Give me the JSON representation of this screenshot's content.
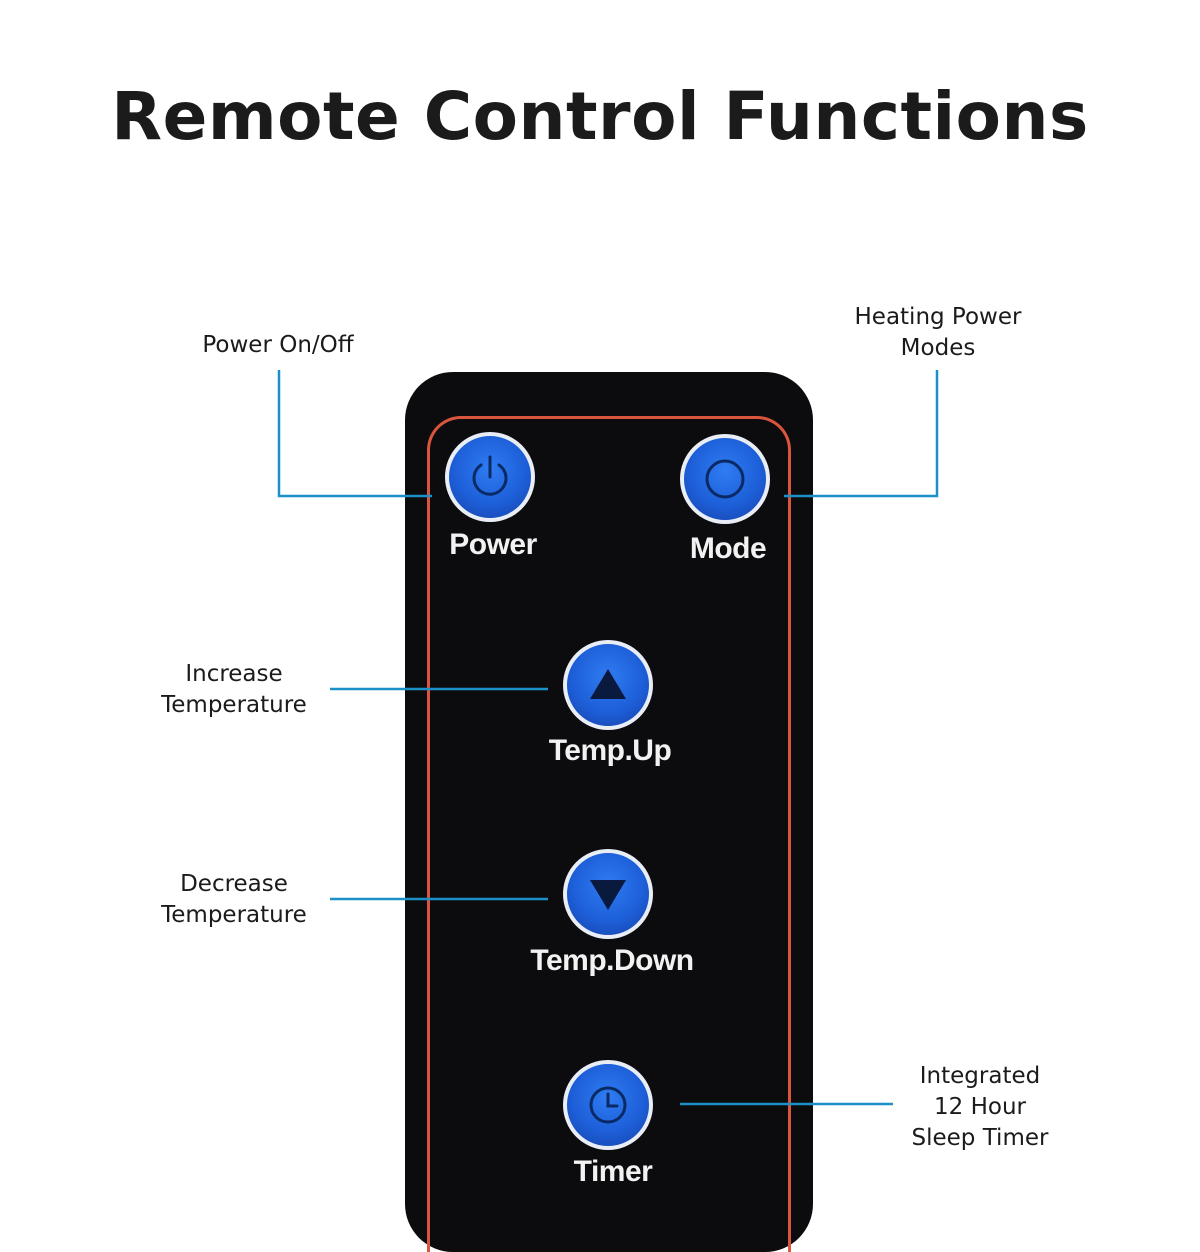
{
  "title": "Remote Control Functions",
  "colors": {
    "remote_body": "#0c0c0e",
    "remote_border": "#d9553d",
    "button_blue": "#1d5fd8",
    "leader_line": "#1e90c8"
  },
  "callouts": {
    "power": {
      "lines": [
        "Power On/Off"
      ]
    },
    "mode": {
      "lines": [
        "Heating Power",
        "Modes"
      ]
    },
    "temp_up": {
      "lines": [
        "Increase",
        "Temperature"
      ]
    },
    "temp_down": {
      "lines": [
        "Decrease",
        "Temperature"
      ]
    },
    "timer": {
      "lines": [
        "Integrated",
        "12 Hour",
        "Sleep Timer"
      ]
    }
  },
  "buttons": {
    "power": {
      "label": "Power",
      "icon": "power-icon"
    },
    "mode": {
      "label": "Mode",
      "icon": "circle-icon"
    },
    "temp_up": {
      "label": "Temp.Up",
      "icon": "triangle-up-icon"
    },
    "temp_down": {
      "label": "Temp.Down",
      "icon": "triangle-down-icon"
    },
    "timer": {
      "label": "Timer",
      "icon": "clock-icon"
    }
  }
}
